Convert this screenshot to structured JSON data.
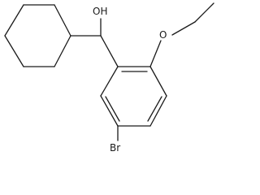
{
  "molecule": {
    "atoms": {
      "hydroxyl": "OH",
      "ether_oxygen": "O",
      "bromine": "Br"
    }
  }
}
